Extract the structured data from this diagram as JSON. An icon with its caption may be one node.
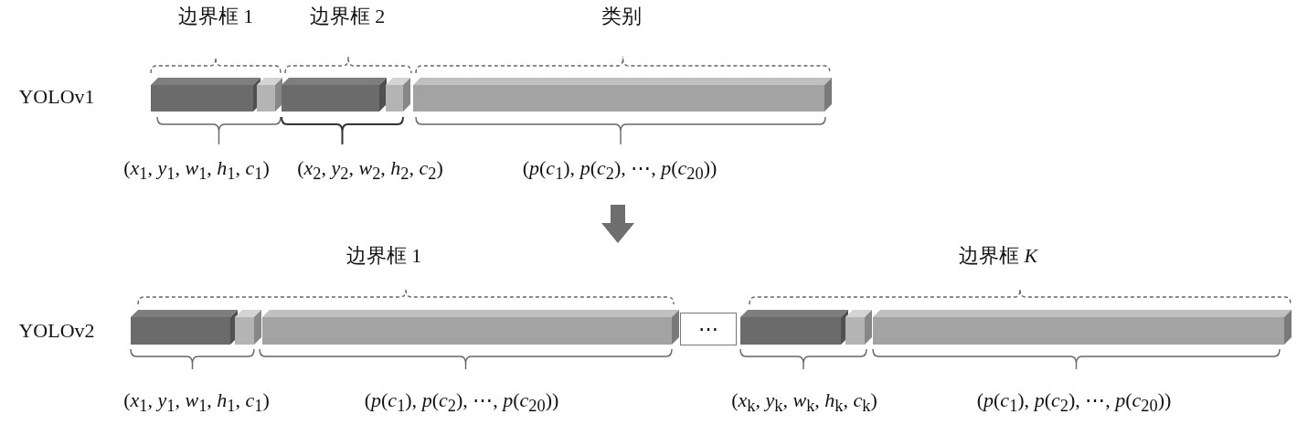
{
  "diagram": {
    "nodes": [
      {
        "text": [
          "⋯"
        ]
      }
    ],
    "edges": [],
    "labels": [
      "边界框 1",
      "边界框 2",
      "类别",
      "YOLOv1",
      "(*x*$_{1}$, *y*$_{1}$, *w*$_{1}$, *h*$_{1}$, *c*$_{1}$)",
      "(*x*$_{2}$, *y*$_{2}$, *w*$_{2}$, *h*$_{2}$, *c*$_{2}$)",
      "(*p*(*c*$_{1}$), *p*(*c*$_{2}$), ⋯, *p*(*c*$_{20}$))",
      "边界框 1",
      "边界框 *K*",
      "YOLOv2",
      "(*x*$_{1}$, *y*$_{1}$, *w*$_{1}$, *h*$_{1}$, *c*$_{1}$)",
      "(*p*(*c*$_{1}$), *p*(*c*$_{2}$), ⋯, *p*(*c*$_{20}$))",
      "(*x*$_{k}$, *y*$_{k}$, *w*$_{k}$, *h*$_{k}$, *c*$_{k}$)",
      "(*p*(*c*$_{1}$), *p*(*c*$_{2}$), ⋯, *p*(*c*$_{20}$))"
    ]
  }
}
